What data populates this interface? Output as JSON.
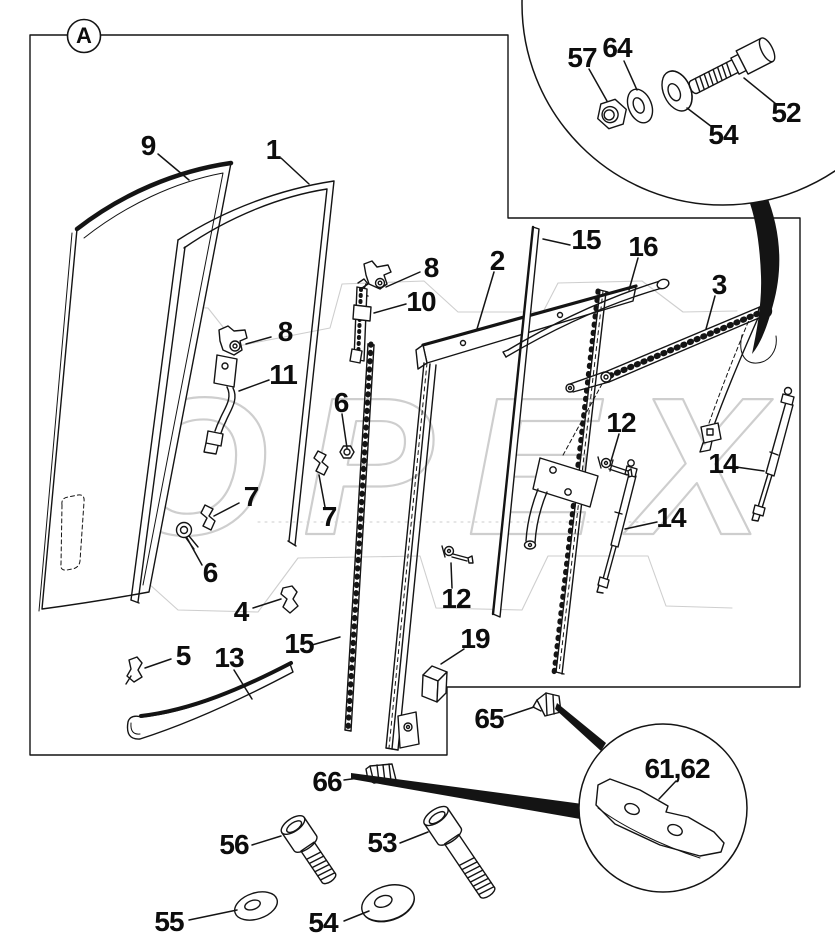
{
  "diagram": {
    "type": "exploded-parts-diagram",
    "view_label": "A",
    "watermark": "OPEX",
    "colors": {
      "background": "#ffffff",
      "line": "#141414",
      "watermark": "#c3c3c3"
    },
    "labels": {
      "p1": "1",
      "p2": "2",
      "p3": "3",
      "p4": "4",
      "p5": "5",
      "p6": "6",
      "p7": "7",
      "p8": "8",
      "p9": "9",
      "p10": "10",
      "p11": "11",
      "p12": "12",
      "p13": "13",
      "p14": "14",
      "p15": "15",
      "p16": "16",
      "p19": "19",
      "p52": "52",
      "p53": "53",
      "p54": "54",
      "p55": "55",
      "p56": "56",
      "p57": "57",
      "p61_62": "61,62",
      "p64": "64",
      "p65": "65",
      "p66": "66"
    }
  }
}
